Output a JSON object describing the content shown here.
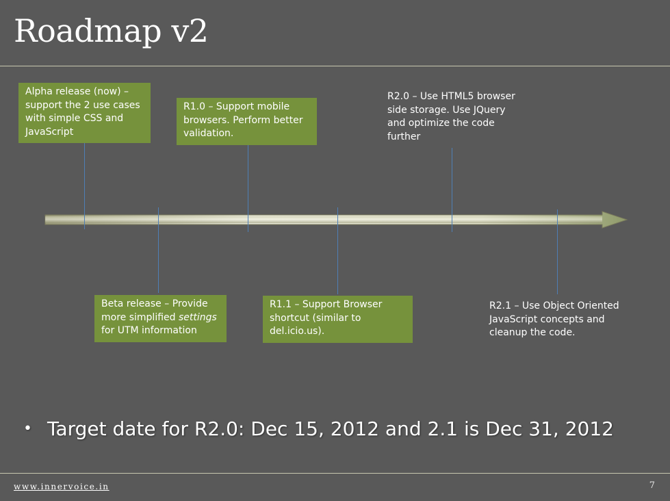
{
  "slide": {
    "title": "Roadmap v2",
    "bullet": "Target date for R2.0: Dec 15, 2012 and 2.1 is Dec 31, 2012",
    "bullet_symbol": "•",
    "footer_url": "www.innervoice.in",
    "page_number": "7"
  },
  "milestones": {
    "alpha": {
      "text": "Alpha release  (now) – support the 2 use cases with simple CSS and JavaScript"
    },
    "r10": {
      "text": "R1.0 – Support mobile browsers. Perform better validation."
    },
    "r20": {
      "text": "R2.0 – Use HTML5 browser side storage. Use JQuery and optimize the code further"
    },
    "beta": {
      "text_before": "Beta  release  – Provide more simplified ",
      "text_emph": "settings",
      "text_after": " for UTM information"
    },
    "r11": {
      "text": "R1.1 – Support Browser shortcut  (similar to del.icio.us)."
    },
    "r21": {
      "text": "R2.1 – Use Object Oriented JavaScript concepts  and cleanup  the code."
    }
  },
  "colors": {
    "background": "#595959",
    "box_fill": "#76923c",
    "connector": "#4f7fb6",
    "arrow_light": "#f4f4e6",
    "arrow_dark": "#9c9c78"
  }
}
